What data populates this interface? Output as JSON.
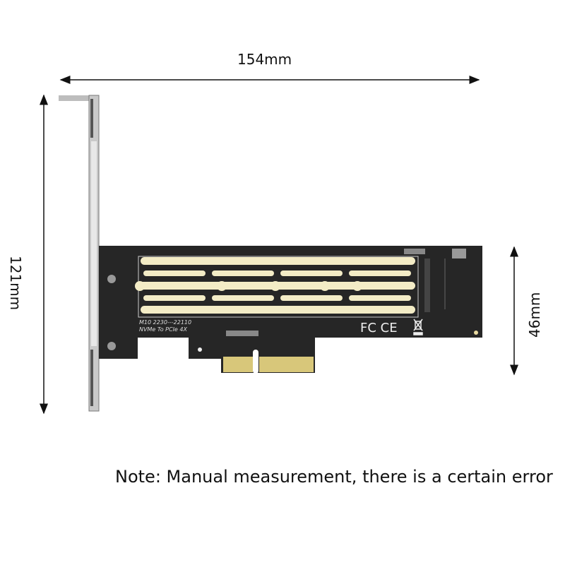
{
  "dimensions": {
    "width": "154mm",
    "height": "121mm",
    "card_height": "46mm"
  },
  "board": {
    "model_line": "M10  2230---22110",
    "desc_line": "NVMe To PCIe 4X",
    "cert_marks": "FC CE"
  },
  "note": "Note: Manual measurement, there is a certain error",
  "colors": {
    "pcb": "#262626",
    "slots": "#f3ecc6",
    "gold": "#d8c77a",
    "bracket": "#c9c9c9"
  }
}
